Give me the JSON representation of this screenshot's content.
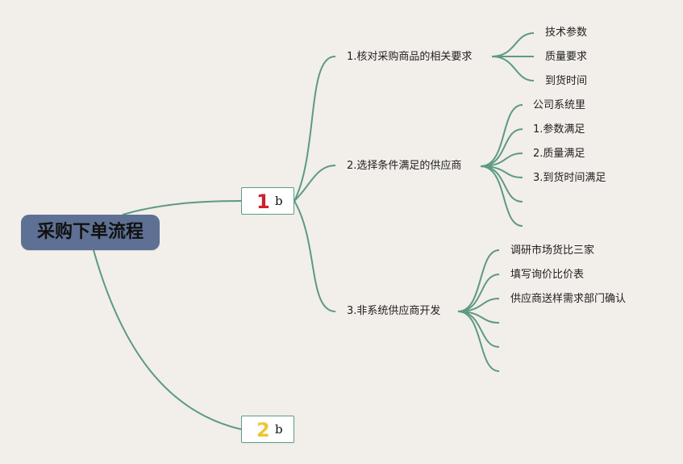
{
  "root": {
    "label": "采购下单流程"
  },
  "subtopics": [
    {
      "badge": "1",
      "letter": "b",
      "badge_color": "#cf1f2d"
    },
    {
      "badge": "2",
      "letter": "b",
      "badge_color": "#f0c534"
    }
  ],
  "branches": [
    {
      "label": "1.核对采购商品的相关要求",
      "children": [
        "技术参数",
        "质量要求",
        "到货时间"
      ]
    },
    {
      "label": "2.选择条件满足的供应商",
      "children": [
        "公司系统里",
        "1.参数满足",
        "2.质量满足",
        "3.到货时间满足",
        "",
        ""
      ]
    },
    {
      "label": "3.非系统供应商开发",
      "children": [
        "调研市场货比三家",
        "填写询价比价表",
        "供应商送样需求部门确认",
        "",
        "",
        ""
      ]
    }
  ],
  "colors": {
    "background": "#f2eee9",
    "root_fill": "#5e7194",
    "connector": "#5c9a84"
  }
}
